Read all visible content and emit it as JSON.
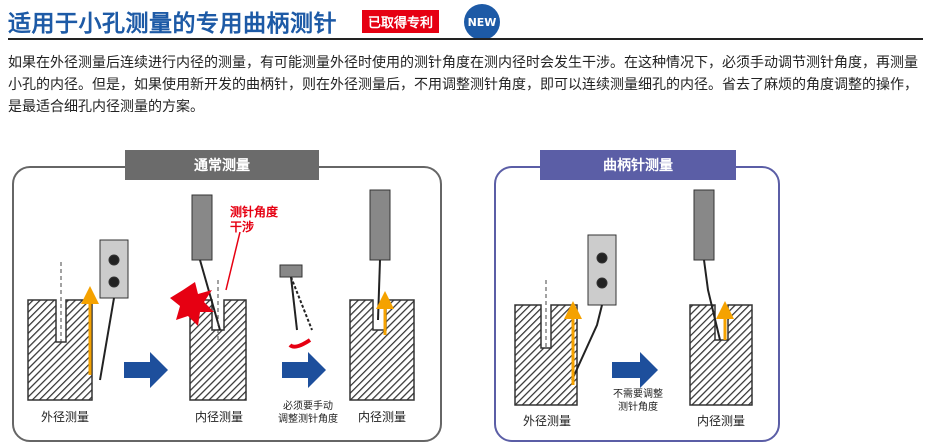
{
  "title": "适用于小孔测量的专用曲柄测针",
  "patent_badge": "已取得专利",
  "new_badge": "NEW",
  "description": "如果在外径测量后连续进行内径的测量，有可能测量外径时使用的测针角度在测内径时会发生干涉。在这种情况下，必须手动调节测针角度，再测量小孔的内径。但是，如果使用新开发的曲柄针，则在外径测量后，不用调整测针角度，即可以连续测量细孔的内径。省去了麻烦的角度调整的操作，是最适合细孔内径测量的方案。",
  "normal": {
    "header": "通常测量",
    "interference": "测针角度\n干涉",
    "step1": "外径测量",
    "step2": "内径测量",
    "adjust": "必须要手动\n调整测针角度",
    "step3": "内径测量"
  },
  "crank": {
    "header": "曲柄针测量",
    "step1": "外径测量",
    "no_adjust": "不需要调整\n测针角度",
    "step2": "内径测量"
  },
  "colors": {
    "title": "#1d5aa6",
    "accent_red": "#e60012",
    "normal_header": "#6b6b6b",
    "crank_header": "#5b5ea6",
    "arrow": "#1d4f9c",
    "motion": "#f5a200"
  }
}
